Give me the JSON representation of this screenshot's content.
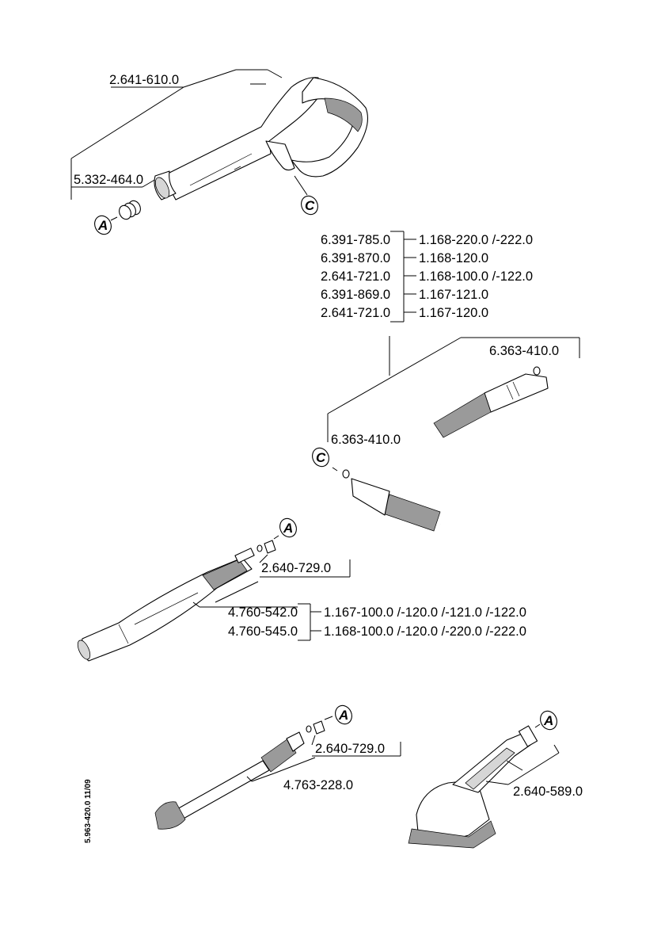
{
  "gun": {
    "part_number": "2.641-610.0",
    "thread_part": "5.332-464.0",
    "letter_a": "A",
    "letter_c": "C"
  },
  "hose_table": {
    "rows": [
      {
        "left": "6.391-785.0",
        "right": "1.168-220.0 /-222.0"
      },
      {
        "left": "6.391-870.0",
        "right": "1.168-120.0"
      },
      {
        "left": "2.641-721.0",
        "right": "1.168-100.0 /-122.0"
      },
      {
        "left": "6.391-869.0",
        "right": "1.167-121.0"
      },
      {
        "left": "2.641-721.0",
        "right": "1.167-120.0"
      }
    ]
  },
  "hose": {
    "oring_top": "6.363-410.0",
    "oring_bottom": "6.363-410.0",
    "letter_c": "C"
  },
  "lance1": {
    "nozzle_part": "2.640-729.0",
    "letter_a": "A",
    "rows": [
      {
        "left": "4.760-542.0",
        "right": "1.167-100.0 /-120.0 /-121.0 /-122.0"
      },
      {
        "left": "4.760-545.0",
        "right": "1.168-100.0 /-120.0 /-220.0 /-222.0"
      }
    ]
  },
  "lance2": {
    "nozzle_part": "2.640-729.0",
    "lance_part": "4.763-228.0",
    "letter_a": "A"
  },
  "brush": {
    "part_number": "2.640-589.0",
    "letter_a": "A"
  },
  "footer": {
    "doc_code": "5.963-420.0  11/09"
  }
}
